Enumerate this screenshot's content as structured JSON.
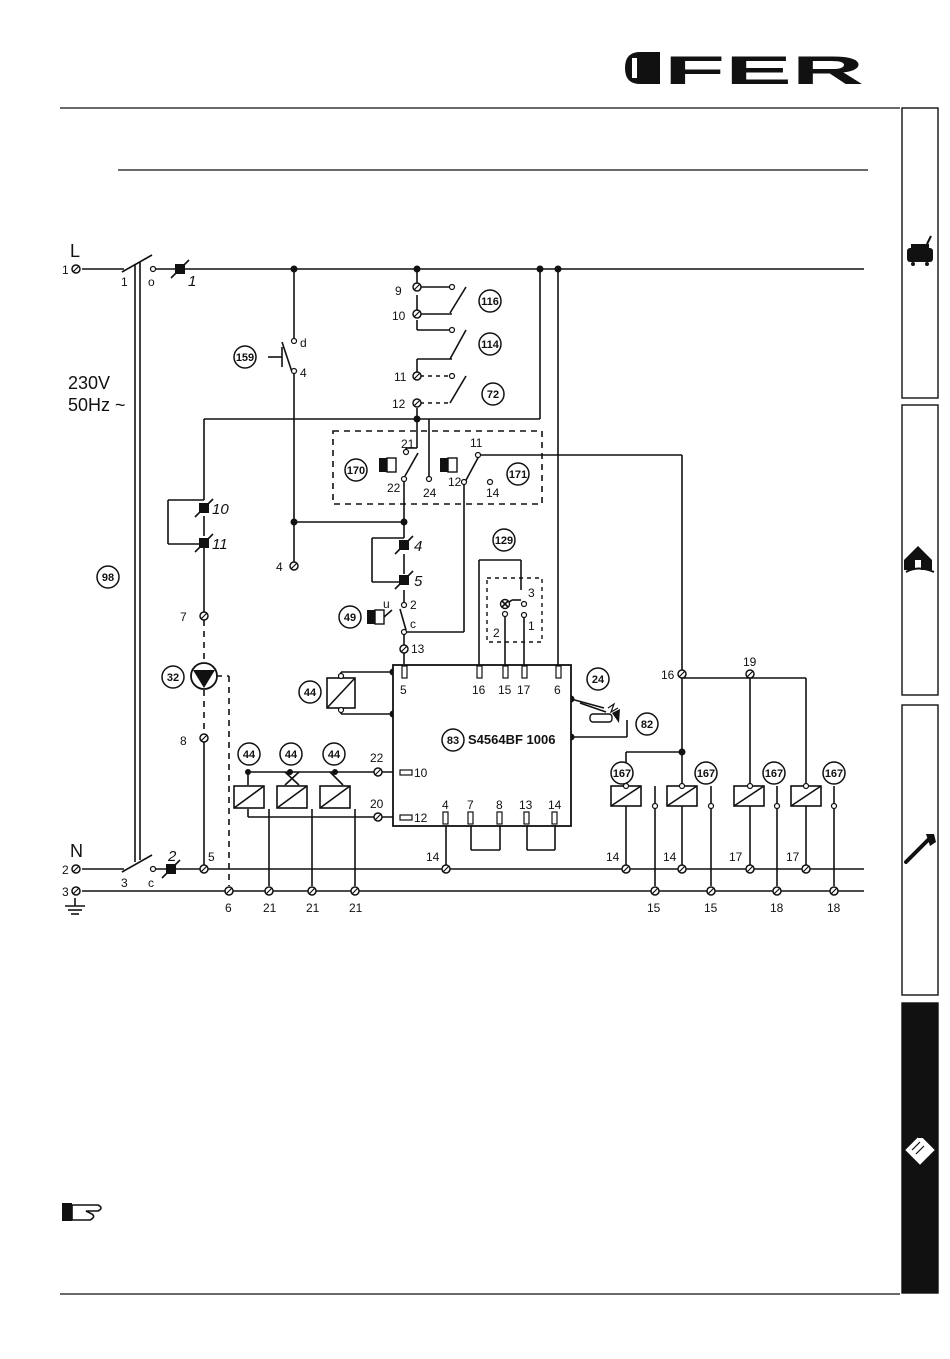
{
  "brand": {
    "logo_text": "FER"
  },
  "side_tabs": [
    {
      "icon": "installer-icon",
      "active": false
    },
    {
      "icon": "house-icon",
      "active": false
    },
    {
      "icon": "wrench-icon",
      "active": false
    },
    {
      "icon": "clipboard-icon",
      "active": true
    }
  ],
  "colors": {
    "line": "#111111",
    "active_tab": "#111111",
    "tab_bg": "#ffffff"
  },
  "diagram": {
    "supply": {
      "phase": "L",
      "neutral": "N",
      "voltage": "230V",
      "frequency": "50Hz ~"
    },
    "terminals": {
      "t1": "1",
      "t2": "2",
      "t3": "3",
      "t4": "4",
      "t5": "5",
      "t6": "6",
      "t7": "7",
      "t8": "8",
      "t9": "9",
      "t10": "10",
      "t11": "11",
      "t12": "12",
      "t13": "13",
      "t14": "14",
      "t15": "15",
      "t16": "16",
      "t17": "17",
      "t18": "18",
      "t19": "19",
      "t20": "20",
      "t21": "21",
      "t22": "22",
      "t24": "24"
    },
    "switch_labels": {
      "o": "o",
      "c": "c",
      "d": "d",
      "u": "u",
      "sw1": "1",
      "sw3": "3"
    },
    "fuse_labels": {
      "f1": "1",
      "f2": "2",
      "f4": "4",
      "f5": "5",
      "f10": "10",
      "f11": "11"
    },
    "components": {
      "c98": "98",
      "c159": "159",
      "c116": "116",
      "c114": "114",
      "c72": "72",
      "c170": "170",
      "c171": "171",
      "c129": "129",
      "c49": "49",
      "c32": "32",
      "c44": "44",
      "c24": "24",
      "c82": "82",
      "c83": "83",
      "c167": "167"
    },
    "control_box_model": "S4564BF 1006"
  }
}
